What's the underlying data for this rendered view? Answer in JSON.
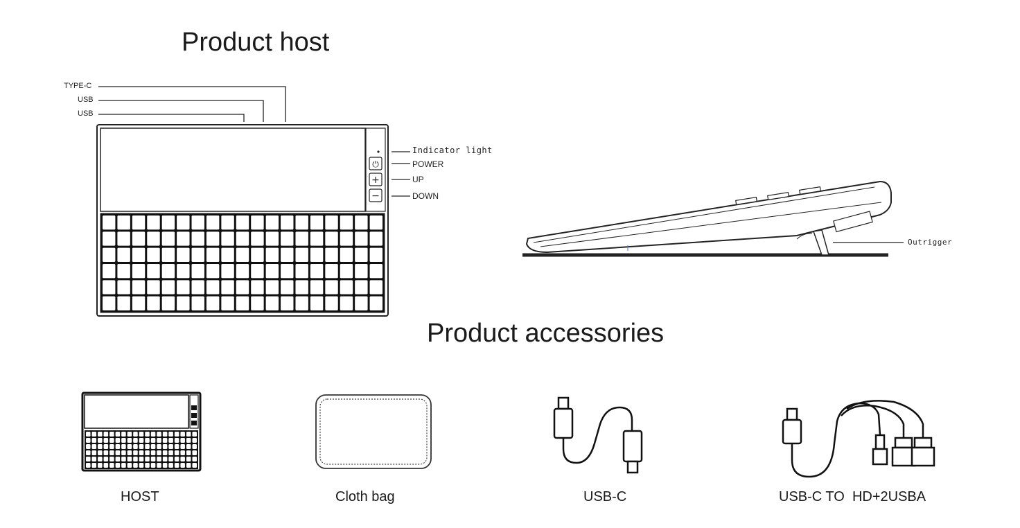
{
  "sections": {
    "host_title": "Product host",
    "accessories_title": "Product accessories"
  },
  "host_diagram": {
    "port_labels": [
      "TYPE-C",
      "USB",
      "USB"
    ],
    "side_labels": {
      "indicator": "Indicator light",
      "power": "POWER",
      "up": "UP",
      "down": "DOWN"
    },
    "button_glyphs": {
      "power": "⏻",
      "up": "+",
      "down": "−"
    }
  },
  "side_view": {
    "outrigger_label": "Outrigger"
  },
  "accessories": [
    {
      "label": "HOST",
      "icon": "host-device-icon"
    },
    {
      "label": "Cloth bag",
      "icon": "cloth-bag-icon"
    },
    {
      "label": "USB-C",
      "icon": "usb-c-cable-icon"
    },
    {
      "label": "USB-C TO  HD+2USBA",
      "icon": "usb-c-hub-cable-icon"
    }
  ]
}
